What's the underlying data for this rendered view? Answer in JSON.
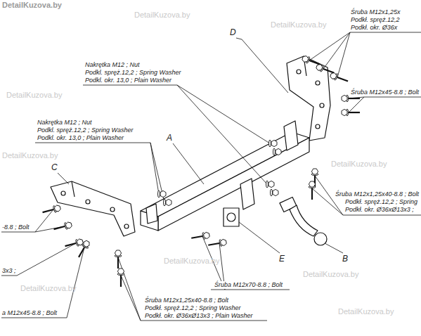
{
  "diagram": {
    "labels": [
      "DetailKuzova.by",
      "Śruba M12x1,25x",
      "Podkł. spręż.12,2",
      "Podkł. okr. Ø36x",
      "D",
      "Nakrętka M12 ; Nut",
      "Podkl. spręż.12,2 ; Spring Washer",
      "Podkl. okr. 13,0 ; Plain Washer",
      "Śruba M12x45-8.8 ; Bolt",
      "Nakrętka M12 ; Nut",
      "Podkl. spręż.12,2 ; Spring Washer",
      "Podkl. okr. 13,0 ; Plain Washer",
      "A",
      "C",
      "Śruba M12x1,25x40-8.8 ; Bolt",
      "Podkł. spręż.12,2 ; Spring",
      "Podkł. okr. Ø36xØ13x3 ;",
      "-8.8 ; Bolt",
      "3x3 ;",
      "a M12x45-8.8 ; Bolt",
      "E",
      "B",
      "Śruba M12x70-8.8 ; Bolt",
      "Śruba M12x1,25x40-8.8 ; Bolt",
      "Podkł. spręż.12,2 ; Spring Washer",
      "Podkł. okr. Ø36xØ13x3 ; Plain Washer",
      "DetailKuzova.by",
      "DetailKuzova.by",
      "DetailKuzova.by",
      "DetailKuzova.by",
      "DetailKuzova.by",
      "DetailKuzova.by",
      "DetailKuzova.by",
      "DetailKuzova.by",
      "DetailKuzova.by"
    ]
  }
}
